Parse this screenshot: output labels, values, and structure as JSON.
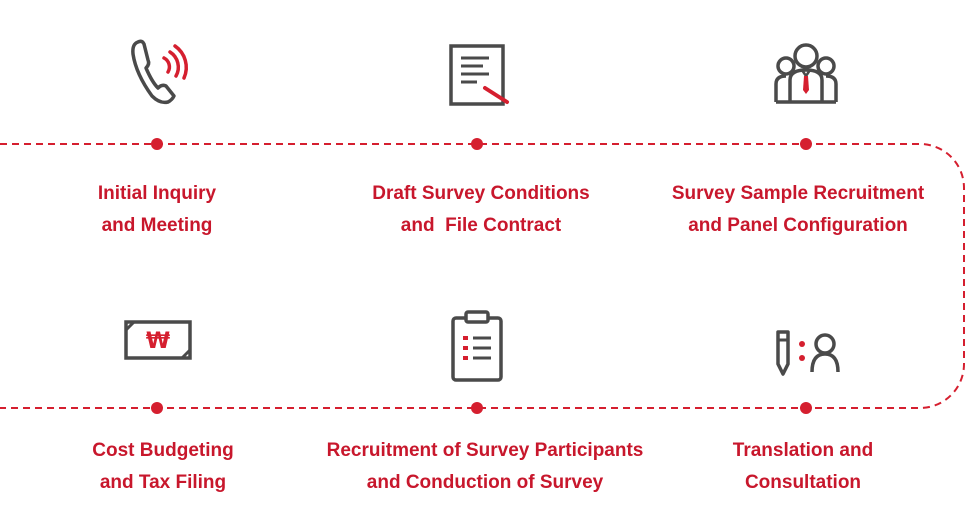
{
  "colors": {
    "accent": "#d51f2f",
    "label": "#c8172c",
    "icon": "#4a4a4a"
  },
  "steps": [
    {
      "line1": "Initial Inquiry",
      "line2": "and Meeting",
      "icon": "phone-ringing-icon"
    },
    {
      "line1": "Draft Survey Conditions",
      "line2": "and  File Contract",
      "icon": "document-contract-icon"
    },
    {
      "line1": "Survey Sample Recruitment",
      "line2": "and Panel Configuration",
      "icon": "group-people-icon"
    },
    {
      "line1": "Cost Budgeting",
      "line2": "and Tax Filing",
      "icon": "won-banknote-icon"
    },
    {
      "line1": "Recruitment of Survey Participants",
      "line2": "and Conduction of Survey",
      "icon": "clipboard-checklist-icon"
    },
    {
      "line1": "Translation and",
      "line2": "Consultation",
      "icon": "pen-interview-person-icon"
    }
  ]
}
